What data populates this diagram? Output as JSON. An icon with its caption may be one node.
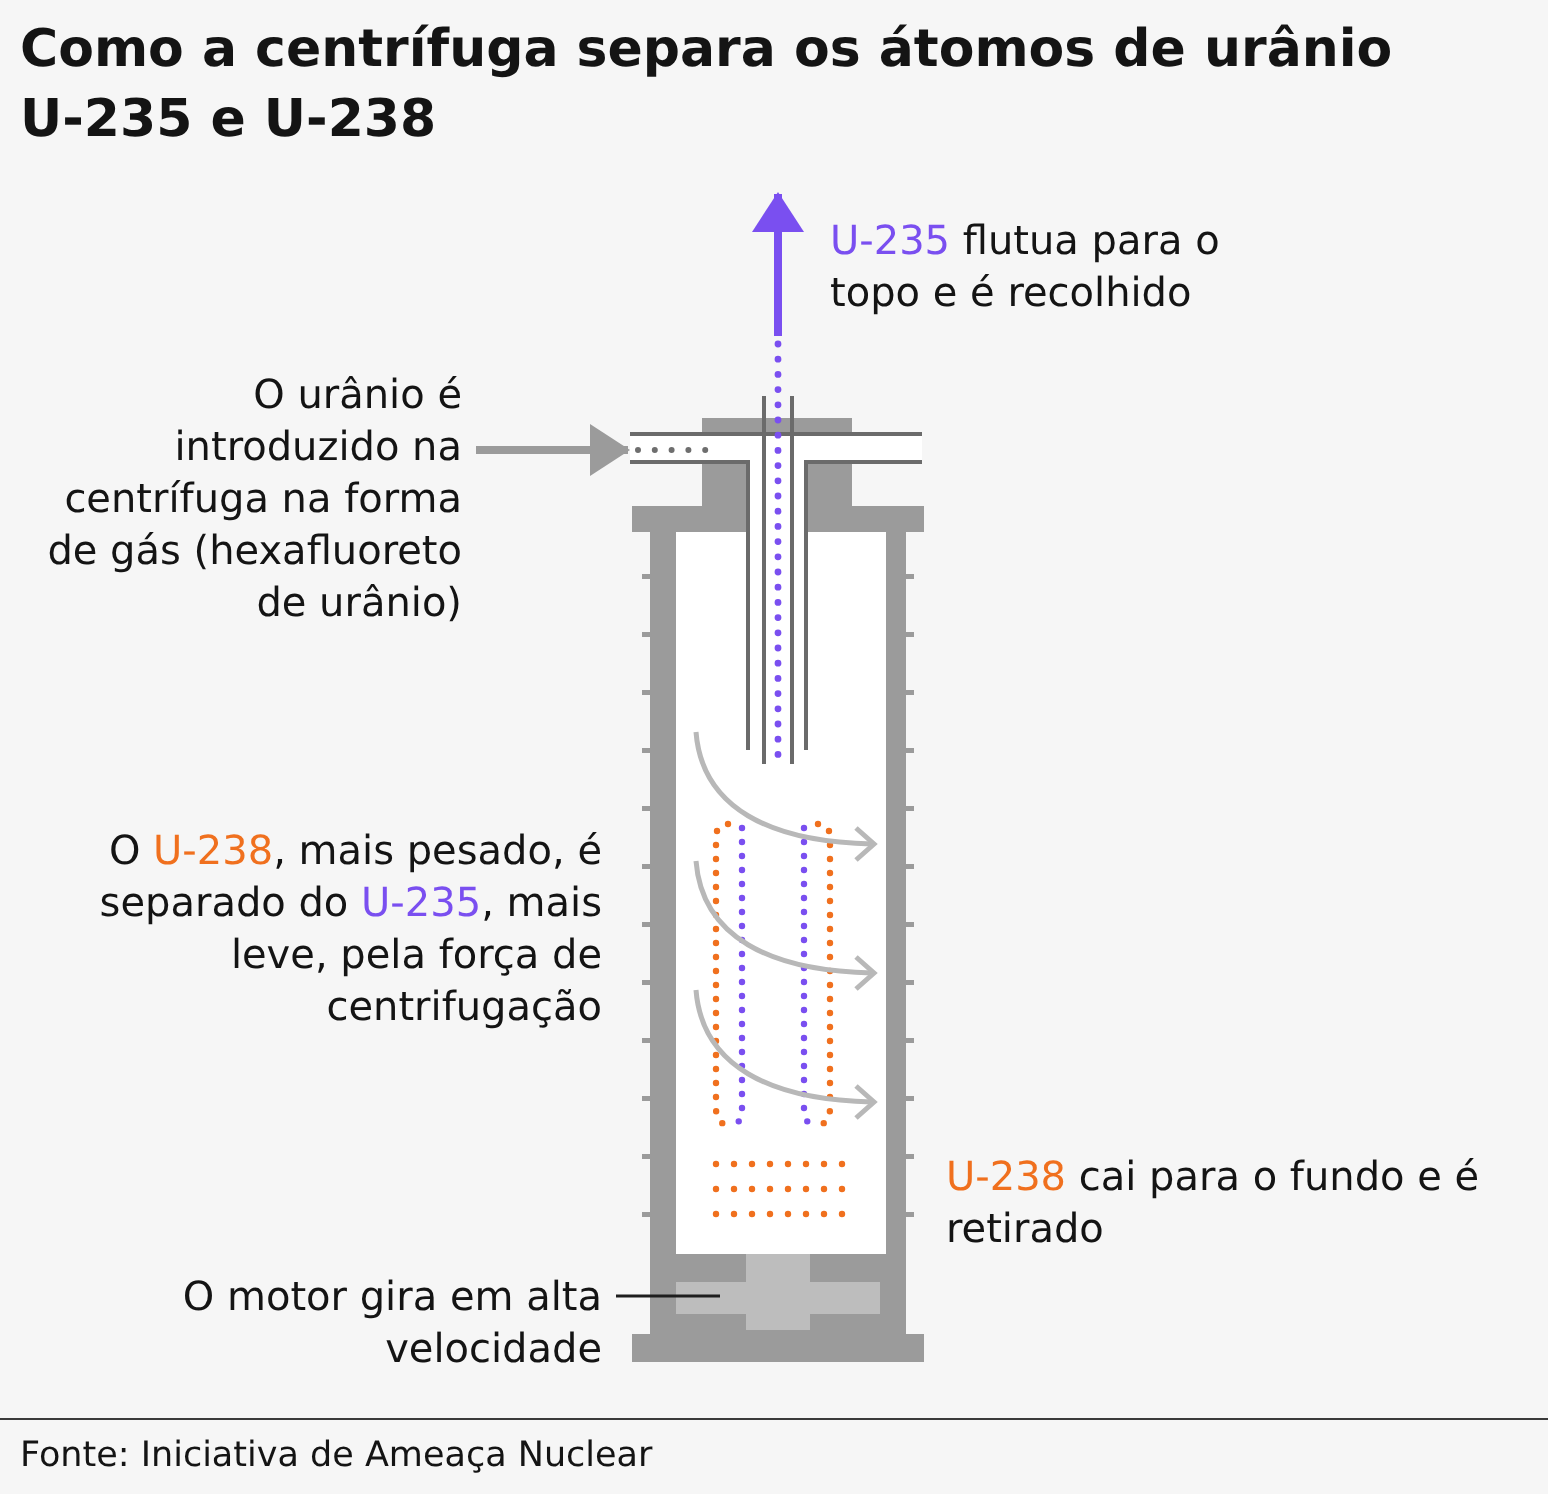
{
  "diagram": {
    "title": "Como a centrífuga separa os átomos de urânio U-235 e U-238",
    "caption": "Fonte: Iniciativa de Ameaça Nuclear",
    "nodes": [
      {
        "text": [
          "O urânio é introduzido na centrífuga na forma de gás (hexafluoreto de urânio)"
        ]
      },
      {
        "text": [],
        "shape": "picture"
      },
      {
        "text": [
          "O motor gira em alta velocidade"
        ]
      }
    ],
    "edges": [
      {
        "from": 0,
        "to": 1,
        "arrow": "to"
      },
      {
        "from": 2,
        "to": 1,
        "arrow": "none",
        "color": "#1e1e1e"
      },
      {
        "from": 1,
        "to": null,
        "arrow": "to",
        "color": "#7a4ff0"
      }
    ],
    "labels": [
      "*U-235* flutua para o topo e é recolhido",
      "O **U-238**, mais pesado, é separado do *U-235*, mais leve, pela força de centrifugação",
      "**U-238** cai para o fundo e é retirado"
    ]
  }
}
